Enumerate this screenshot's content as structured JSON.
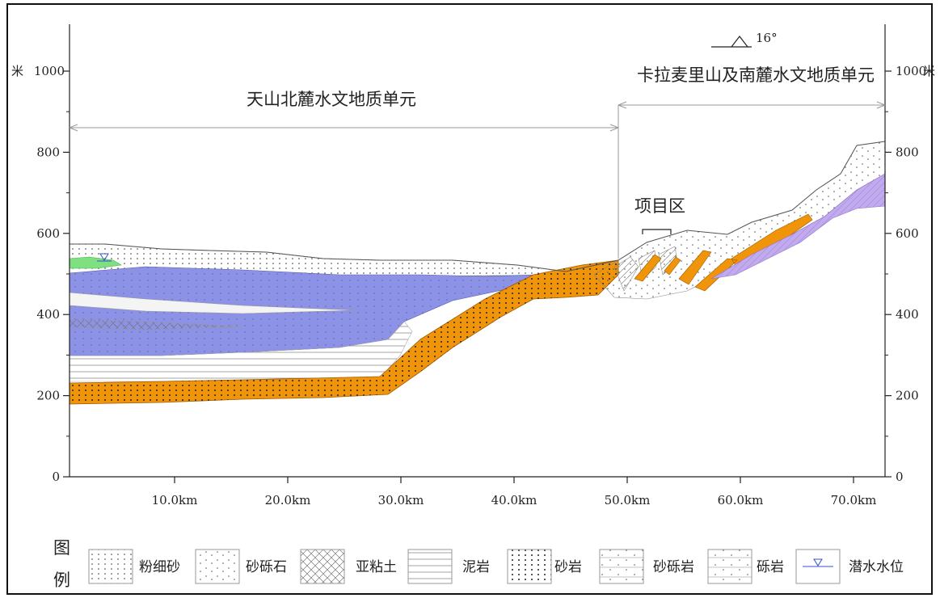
{
  "y_axis": {
    "unit": "米",
    "ticks": [
      "0",
      "200",
      "400",
      "600",
      "800",
      "1000"
    ]
  },
  "x_axis": {
    "ticks": [
      "10.0km",
      "20.0km",
      "30.0km",
      "40.0km",
      "50.0km",
      "60.0km",
      "70.0km"
    ]
  },
  "units": {
    "left": "天山北麓水文地质单元",
    "right": "卡拉麦里山及南麓水文地质单元"
  },
  "annotations": {
    "dip": "16°",
    "project_area": "项目区"
  },
  "legend": {
    "title": "图例",
    "items": [
      {
        "label": "粉细砂",
        "pattern": "fine-sand"
      },
      {
        "label": "砂砾石",
        "pattern": "gravel"
      },
      {
        "label": "亚粘土",
        "pattern": "clay"
      },
      {
        "label": "泥岩",
        "pattern": "mudstone"
      },
      {
        "label": "砂岩",
        "pattern": "sandstone"
      },
      {
        "label": "砂砾岩",
        "pattern": "glutenite"
      },
      {
        "label": "砾岩",
        "pattern": "conglomerate"
      },
      {
        "label": "潜水水位",
        "pattern": "water-table"
      }
    ]
  },
  "colors": {
    "aquifer_blue": "#8c92e6",
    "sandstone_orange": "#f0940a",
    "bedrock_purple": "#c2aaee",
    "green": "#7fe07f",
    "axis": "#222222"
  }
}
